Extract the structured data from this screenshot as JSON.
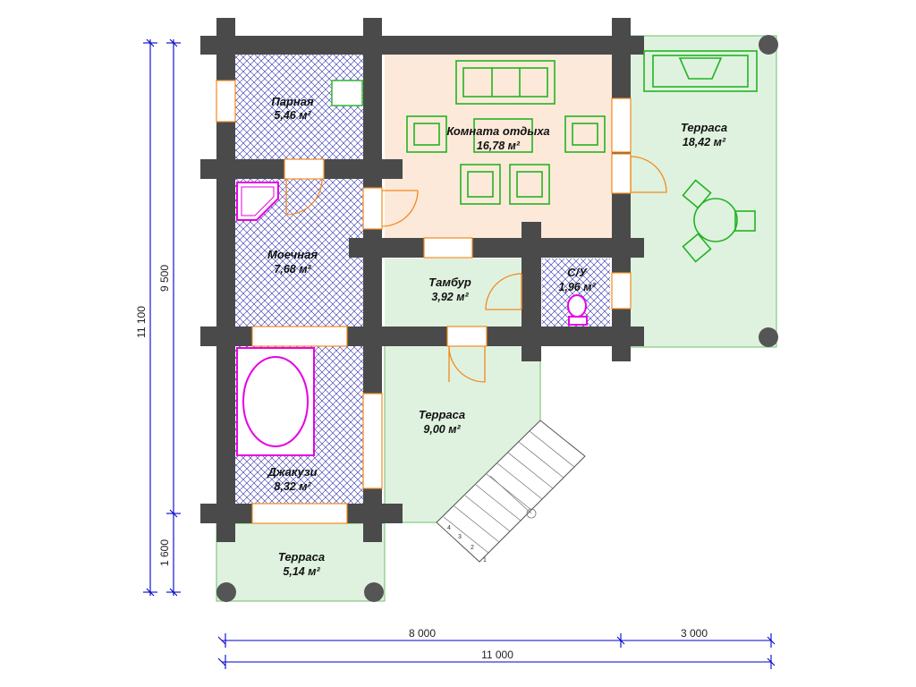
{
  "rooms": [
    {
      "key": "parnaya",
      "name": "Парная",
      "area": "5,46 м²"
    },
    {
      "key": "rest",
      "name": "Комната отдыха",
      "area": "16,78 м²"
    },
    {
      "key": "terrace_east",
      "name": "Терраса",
      "area": "18,42 м²"
    },
    {
      "key": "moechnaya",
      "name": "Моечная",
      "area": "7,68 м²"
    },
    {
      "key": "tambur",
      "name": "Тамбур",
      "area": "3,92 м²"
    },
    {
      "key": "wc",
      "name": "С/У",
      "area": "1,96 м²"
    },
    {
      "key": "terrace_center",
      "name": "Терраса",
      "area": "9,00 м²"
    },
    {
      "key": "jacuzzi",
      "name": "Джакузи",
      "area": "8,32 м²"
    },
    {
      "key": "terrace_south",
      "name": "Терраса",
      "area": "5,14 м²"
    }
  ],
  "dimensions": {
    "horizontal_main": "8 000",
    "horizontal_terrace": "3 000",
    "horizontal_total": "11 000",
    "vertical_total": "11 100",
    "vertical_main": "9 500",
    "vertical_terrace": "1 600"
  },
  "stair_steps": [
    "1",
    "2",
    "3",
    "4"
  ],
  "colors": {
    "wall": "#4a4a4a",
    "wet_room_tile": "#2a2ab0",
    "rest_room_floor": "#fde9d9",
    "terrace_floor": "#dff2df",
    "furniture": "#22b322",
    "plumbing": "#e600e6",
    "door": "#f28a1e",
    "dimension": "#0000cc"
  }
}
